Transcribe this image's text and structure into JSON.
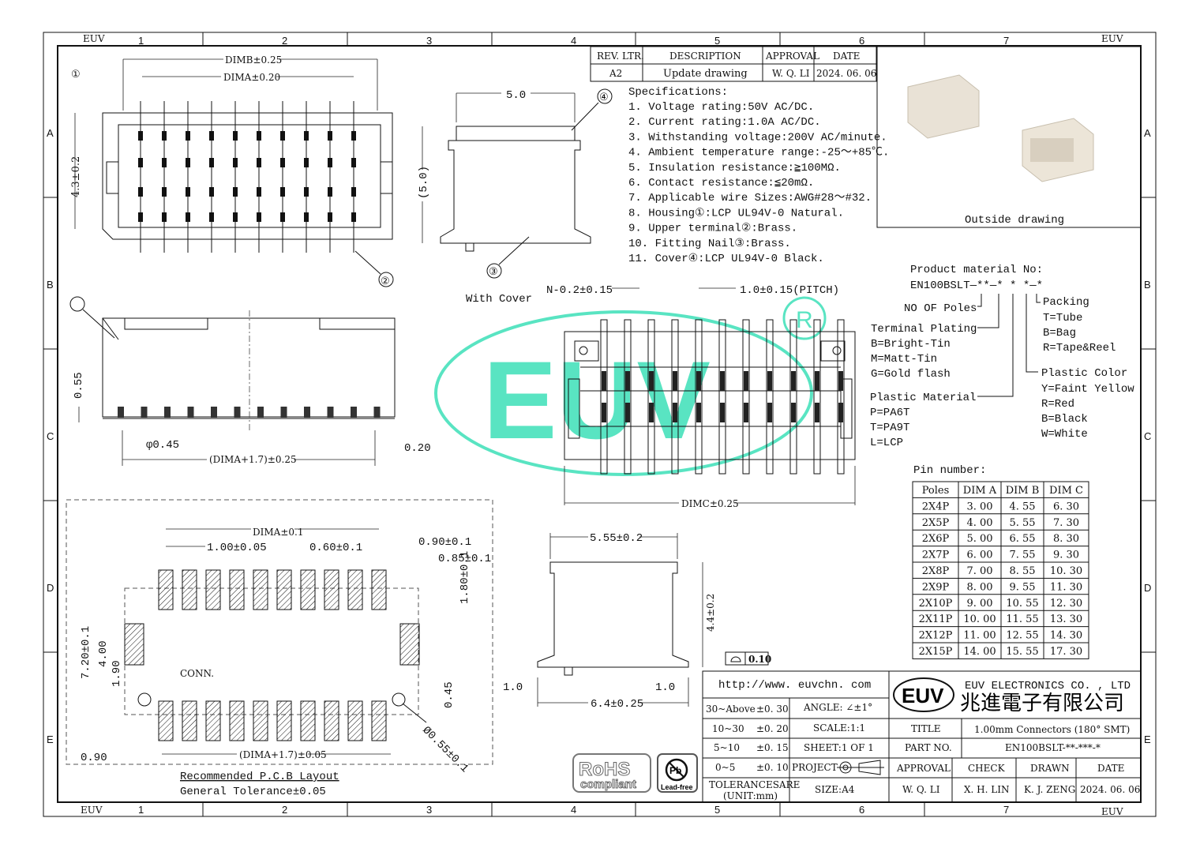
{
  "border": {
    "corner": "EUV",
    "columns": [
      "1",
      "2",
      "3",
      "4",
      "5",
      "6",
      "7"
    ],
    "rows": [
      "A",
      "B",
      "C",
      "D",
      "E"
    ]
  },
  "revision": {
    "headers": [
      "REV. LTR.",
      "DESCRIPTION",
      "APPROVAL",
      "DATE"
    ],
    "row": [
      "A2",
      "Update drawing",
      "W. Q. LI",
      "2024. 06. 06"
    ]
  },
  "specs": {
    "title": "Specifications:",
    "items": [
      "1. Voltage rating:50V AC/DC.",
      "2. Current rating:1.0A AC/DC.",
      "3. Withstanding voltage:200V AC/minute.",
      "4. Ambient temperature range:-25～+85℃.",
      "5. Insulation resistance:≧100MΩ.",
      "6. Contact resistance:≦20mΩ.",
      "7. Applicable wire Sizes:AWG#28～#32.",
      "8. Housing①:LCP UL94V-0 Natural.",
      "9. Upper terminal②:Brass.",
      "10. Fitting Nail③:Brass.",
      "11. Cover④:LCP UL94V-0 Black."
    ]
  },
  "outside_drawing": "Outside drawing",
  "product": {
    "title": "Product material No:",
    "code": "EN100BSLT—**—*  *  *—*",
    "poles": "NO OF Poles",
    "plating": [
      "Terminal Plating",
      "B=Bright-Tin",
      "M=Matt-Tin",
      "G=Gold flash"
    ],
    "material": [
      "Plastic Material",
      "P=PA6T",
      "T=PA9T",
      "L=LCP"
    ],
    "packing": [
      "Packing",
      "T=Tube",
      "B=Bag",
      "R=Tape&Reel"
    ],
    "color": [
      "Plastic Color",
      "Y=Faint Yellow",
      "R=Red",
      "B=Black",
      "W=White"
    ]
  },
  "pin_table": {
    "title": "Pin number:",
    "headers": [
      "Poles",
      "DIM A",
      "DIM B",
      "DIM C"
    ],
    "rows": [
      [
        "2X4P",
        "3. 00",
        "4. 55",
        "6. 30"
      ],
      [
        "2X5P",
        "4. 00",
        "5. 55",
        "7. 30"
      ],
      [
        "2X6P",
        "5. 00",
        "6. 55",
        "8. 30"
      ],
      [
        "2X7P",
        "6. 00",
        "7. 55",
        "9. 30"
      ],
      [
        "2X8P",
        "7. 00",
        "8. 55",
        "10. 30"
      ],
      [
        "2X9P",
        "8. 00",
        "9. 55",
        "11. 30"
      ],
      [
        "2X10P",
        "9. 00",
        "10. 55",
        "12. 30"
      ],
      [
        "2X11P",
        "10. 00",
        "11. 55",
        "13. 30"
      ],
      [
        "2X12P",
        "11. 00",
        "12. 55",
        "14. 30"
      ],
      [
        "2X15P",
        "14. 00",
        "15. 55",
        "17. 30"
      ]
    ]
  },
  "dims": {
    "dimb": "DIMB±0.25",
    "dima": "DIMA±0.20",
    "h43": "4.3±0.2",
    "w50": "5.0",
    "h50": "(5.0)",
    "c1": "①",
    "c2": "②",
    "c3": "③",
    "c4": "④",
    "with_cover": "With Cover",
    "d055": "0.55",
    "phi045": "φ0.45",
    "dima17": "(DIMA+1.7)±0.25",
    "d020": "0.20",
    "n02": "N-0.2±0.15",
    "pitch": "1.0±0.15(PITCH)",
    "dimc": "DIMC±0.25",
    "w555": "5.55±0.2",
    "h44": "4.4±0.2",
    "flat": "0.10",
    "d10a": "1.0",
    "d10b": "1.0",
    "w64": "6.4±0.25"
  },
  "pcb": {
    "dima": "DIMA±0.1",
    "p100": "1.00±0.05",
    "p060": "0.60±0.1",
    "p090": "0.90±0.1",
    "p085": "0.85±0.1",
    "p180": "1.80±0.1",
    "h720": "7.20±0.1",
    "h400": "4.00",
    "h190": "1.90",
    "conn": "CONN.",
    "d045": "0.45",
    "hole": "Ø0.55±0.1",
    "w090": "0.90",
    "dima17": "(DIMA+1.7)±0.05",
    "title": "Recommended P.C.B Layout",
    "tolerance": "General Tolerance±0.05"
  },
  "logos": {
    "rohs": "RoHS",
    "compliant": "compliant",
    "pb": "Pb",
    "leadfree": "Lead-free",
    "watermark": "EUV",
    "registered": "R"
  },
  "title_block": {
    "url": "http://www. euvchn. com",
    "company_en": "EUV ELECTRONICS CO. , LTD",
    "company_cn": "兆進電子有限公司",
    "logo": "EUV",
    "tol": [
      [
        "30~Above",
        "±0. 30"
      ],
      [
        "10~30",
        "±0. 20"
      ],
      [
        "5~10",
        "±0. 15"
      ],
      [
        "0~5",
        "±0. 10"
      ]
    ],
    "tol_label": "TOLERANCESARE",
    "unit": "(UNIT:mm)",
    "angle": "ANGLE: ∠±1°",
    "scale": "SCALE:1:1",
    "sheet": "SHEET:1 OF 1",
    "project": "PROJECT",
    "size": "SIZE:A4",
    "title_label": "TITLE",
    "title_value": "1.00mm Connectors (180° SMT)",
    "part_label": "PART NO.",
    "part_value": "EN100BSLT-**-***-*",
    "approval": "APPROVAL",
    "check": "CHECK",
    "drawn": "DRAWN",
    "date": "DATE",
    "approval_v": "W. Q. LI",
    "check_v": "X. H. LIN",
    "drawn_v": "K. J. ZENG",
    "date_v": "2024. 06. 06"
  },
  "colors": {
    "watermark": "#3de0b8",
    "line": "#111111"
  }
}
